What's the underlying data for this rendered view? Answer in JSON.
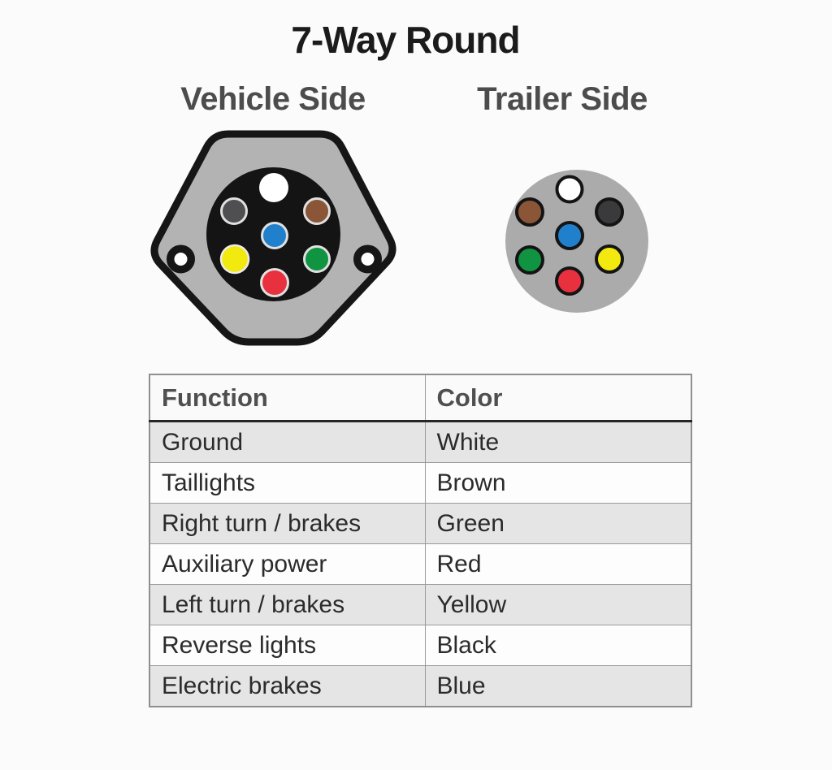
{
  "title": "7-Way Round",
  "vehicle_side": {
    "label": "Vehicle Side",
    "pin_layout": [
      "white top",
      "gray upper-left",
      "brown upper-right",
      "blue center",
      "yellow lower-left",
      "green lower-right",
      "red bottom"
    ]
  },
  "trailer_side": {
    "label": "Trailer Side",
    "pin_layout": [
      "white top",
      "brown upper-left",
      "black upper-right",
      "blue center",
      "green lower-left",
      "yellow lower-right",
      "red bottom"
    ]
  },
  "table": {
    "headers": {
      "function": "Function",
      "color": "Color"
    },
    "rows": [
      {
        "function": "Ground",
        "color": "White"
      },
      {
        "function": "Taillights",
        "color": "Brown"
      },
      {
        "function": "Right turn / brakes",
        "color": "Green"
      },
      {
        "function": "Auxiliary power",
        "color": "Red"
      },
      {
        "function": "Left turn / brakes",
        "color": "Yellow"
      },
      {
        "function": "Reverse lights",
        "color": "Black"
      },
      {
        "function": "Electric brakes",
        "color": "Blue"
      }
    ]
  },
  "pin_colors": {
    "white": "#ffffff",
    "gray": "#4f4f52",
    "black": "#3a3a3c",
    "brown": "#8a5637",
    "blue": "#2180cc",
    "yellow": "#f2e90f",
    "green": "#119442",
    "red": "#e8303f"
  },
  "shell_colors": {
    "vehicle_shell": "#b3b3b3",
    "trailer_shell": "#ababab",
    "core": "#141414"
  }
}
